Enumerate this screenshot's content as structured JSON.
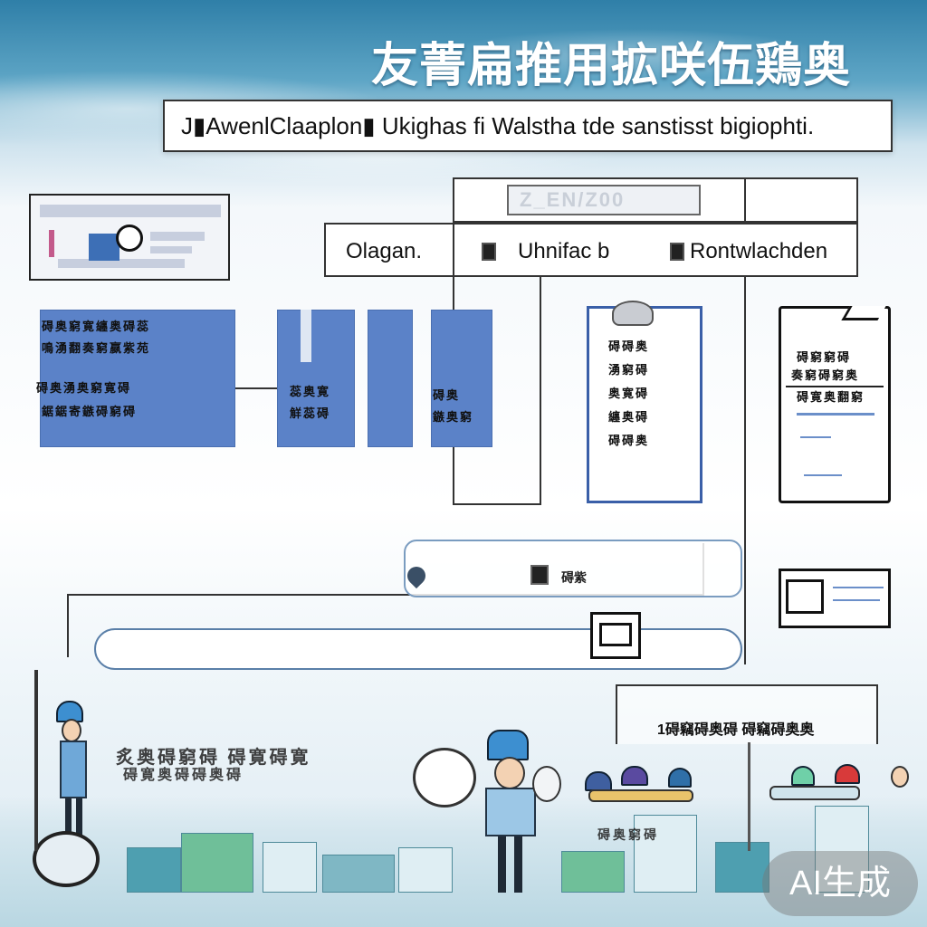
{
  "header": {
    "title": "友菁扁推用拡咲伍鶏奥",
    "subtitle": "J▮AwenlClaaplon▮ Ukighas fi  Walstha tde sanstisst bigiophti."
  },
  "tabs": [
    {
      "label": "Olagan."
    },
    {
      "label": "Uhnifac b"
    },
    {
      "label": "Rontwlachden"
    }
  ],
  "top_tab_label": "Z_EN/Z00",
  "blue_cards": {
    "card1_lines": [
      "碍奥窮寛纏奥碍蕊",
      "鳴湧翻奏窮嬴紫苑",
      "碍奥湧奥窮寛碍",
      "鋸鋸寄鏃碍窮碍"
    ],
    "card2_lines": [
      "蕊奥寛",
      "觧蕊碍"
    ],
    "card3_lines": [
      "碍奥",
      "鏃奥窮"
    ]
  },
  "outline_card_lines": [
    "碍碍奥",
    "湧窮碍",
    "奥寛碍",
    "纏奥碍",
    "碍碍奥"
  ],
  "phone_card": {
    "lines": [
      "碍窮窮碍",
      "奏窮碍窮奥",
      "碍寛奥翻窮"
    ]
  },
  "search_row_label": "碍紫",
  "banner_text": "1碍竊碍奥碍 碍竊碍奥奥",
  "bottom_text": {
    "line1": "炙奥碍窮碍 碍寛碍寛",
    "line2": "碍寛奥碍碍奥碍",
    "line3": "碍奥窮碍"
  },
  "watermark": "AI生成"
}
